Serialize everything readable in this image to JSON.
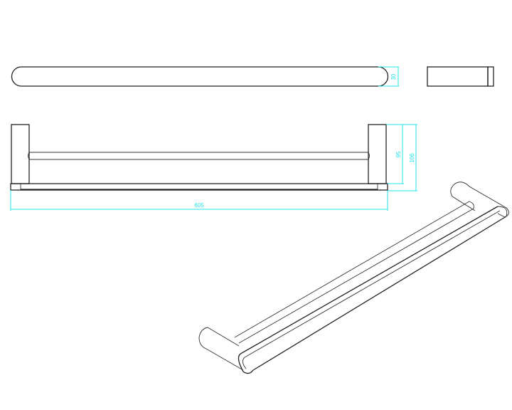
{
  "drawing": {
    "subject": "double towel rail",
    "views": [
      "top-view",
      "side-view",
      "front-view",
      "isometric-view"
    ],
    "colors": {
      "lines": "#222222",
      "dimensions": "#22e5ea",
      "background": "#ffffff"
    }
  },
  "dimensions": {
    "depth": "30",
    "bar_height": "95",
    "total_height": "106",
    "length": "605"
  }
}
